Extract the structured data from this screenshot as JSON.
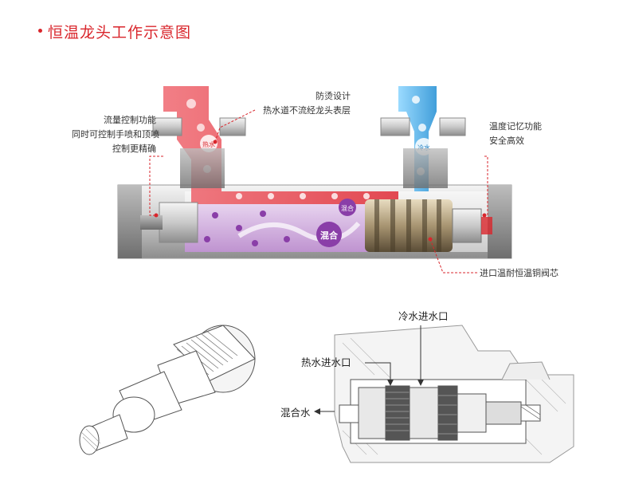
{
  "header": {
    "title": "恒温龙头工作示意图"
  },
  "top_diagram": {
    "callouts": {
      "flow_control": [
        "流量控制功能",
        "同时可控制手喷和顶喷",
        "控制更精确"
      ],
      "anti_scald": [
        "防烫设计",
        "热水道不流经龙头表层"
      ],
      "temp_memory": [
        "温度记忆功能",
        "安全高效"
      ],
      "cartridge": "进口温耐恒温铜阀芯"
    },
    "pipe_labels": {
      "hot": "热水",
      "cold": "冷水"
    },
    "mix_labels": {
      "small": "混合",
      "large": "混合"
    }
  },
  "bottom_diagram": {
    "labels": {
      "cold_inlet": "冷水进水口",
      "hot_inlet": "热水进水口",
      "mixed_water": "混合水"
    }
  },
  "colors": {
    "accent": "#d9262c",
    "hot": "#e8505a",
    "cold": "#39a9e6",
    "mix": "#8a3ea8"
  }
}
